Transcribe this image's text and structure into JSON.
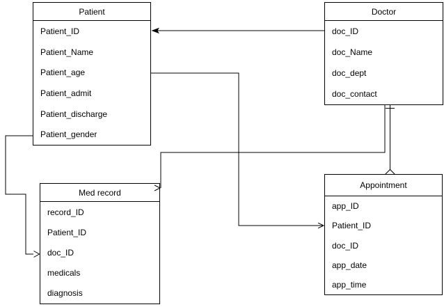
{
  "diagram": {
    "type": "entity-relationship",
    "entities": [
      {
        "title": "Patient",
        "fields": [
          "Patient_ID",
          "Patient_Name",
          "Patient_age",
          "Patient_admit",
          "Patient_discharge",
          "Patient_gender"
        ]
      },
      {
        "title": "Doctor",
        "fields": [
          "doc_ID",
          "doc_Name",
          "doc_dept",
          "doc_contact"
        ]
      },
      {
        "title": "Med record",
        "fields": [
          "record_ID",
          "Patient_ID",
          "doc_ID",
          "medicals",
          "diagnosis"
        ]
      },
      {
        "title": "Appointment",
        "fields": [
          "app_ID",
          "Patient_ID",
          "doc_ID",
          "app_date",
          "app_time"
        ]
      }
    ],
    "relationships": [
      {
        "from": "Doctor.doc_ID",
        "to": "Patient.Patient_ID",
        "arrowhead": "filled",
        "arrow_at": "Patient"
      },
      {
        "from": "Patient.Patient_age",
        "to": "Appointment.Patient_ID",
        "arrowhead": "open",
        "arrow_at": "Appointment"
      },
      {
        "from": "Doctor (bottom)",
        "to": "Med record (top-right)",
        "arrowhead": "open",
        "arrow_at": "Med record"
      },
      {
        "from": "Doctor (bottom)",
        "to": "Appointment (top)",
        "arrowhead": "open",
        "arrow_at": "Appointment",
        "marker": "tick-near-doctor"
      },
      {
        "from": "Patient.Patient_gender",
        "to": "Med record.doc_ID",
        "arrowhead": "open",
        "arrow_at": "Med record"
      }
    ],
    "colors": {
      "line": "#000000",
      "box_fill": "#ffffff",
      "text": "#000000",
      "background": "#ffffff"
    }
  }
}
